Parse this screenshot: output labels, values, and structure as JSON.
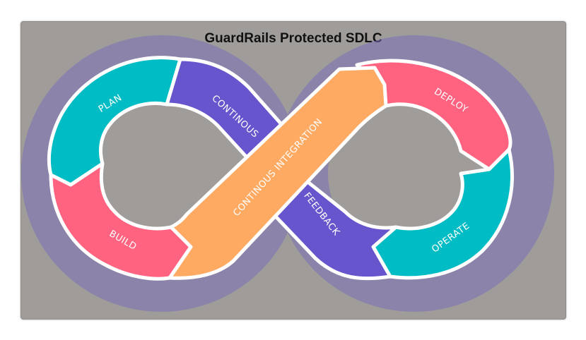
{
  "title": "GuardRails Protected SDLC",
  "segments": {
    "plan": "PLAN",
    "build": "BUILD",
    "deploy": "DEPLOY",
    "operate": "OPERATE",
    "continous": "CONTINOUS",
    "feedback": "FEEDBACK",
    "integration": "CONTINOUS INTEGRATION"
  },
  "colors": {
    "background": "#a09c9a",
    "teal": "#00bcc4",
    "pink": "#ff6380",
    "purple": "#6655cc",
    "orange": "#ffaa63",
    "outline": "#ffffff"
  }
}
